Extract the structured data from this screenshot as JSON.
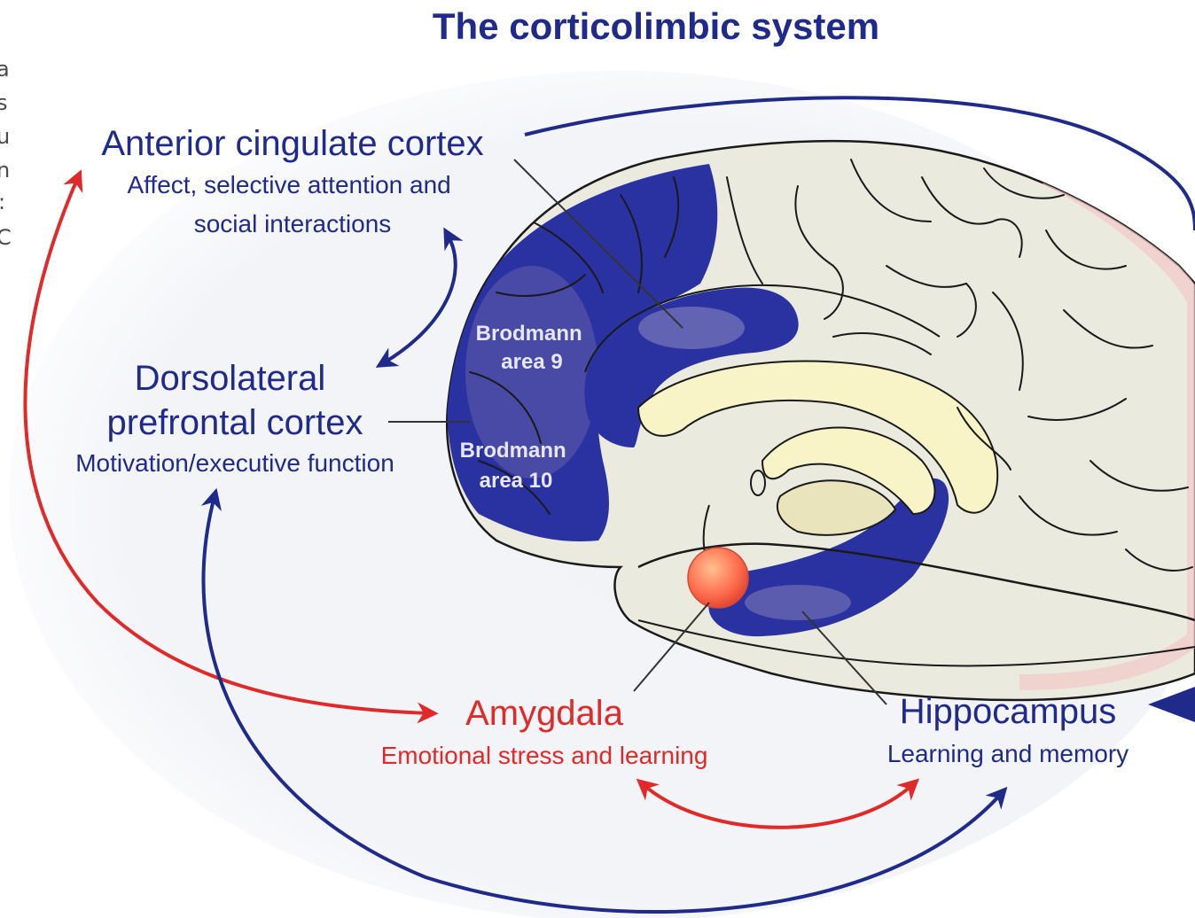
{
  "title": "The corticolimbic system",
  "edge_fragment": [
    "a",
    "s",
    "u",
    "n",
    ":",
    "C"
  ],
  "regions": {
    "acc": {
      "name": "Anterior cingulate cortex",
      "function_lines": [
        "Affect, selective attention and",
        "social interactions"
      ]
    },
    "dlpfc": {
      "name_lines": [
        "Dorsolateral",
        "prefrontal cortex"
      ],
      "function": "Motivation/executive function"
    },
    "amygdala": {
      "name": "Amygdala",
      "function": "Emotional stress and learning"
    },
    "hippocampus": {
      "name": "Hippocampus",
      "function": "Learning and memory"
    }
  },
  "brodmann": {
    "area9": [
      "Brodmann",
      "area 9"
    ],
    "area10": [
      "Brodmann",
      "area 10"
    ]
  },
  "colors": {
    "navy": "#1f2a8a",
    "red": "#e02a2a",
    "brain": "#ebeade",
    "cortex_highlight": "#2a31a0",
    "callosum": "#f8f4c8",
    "amygdala": "#ff7050"
  }
}
